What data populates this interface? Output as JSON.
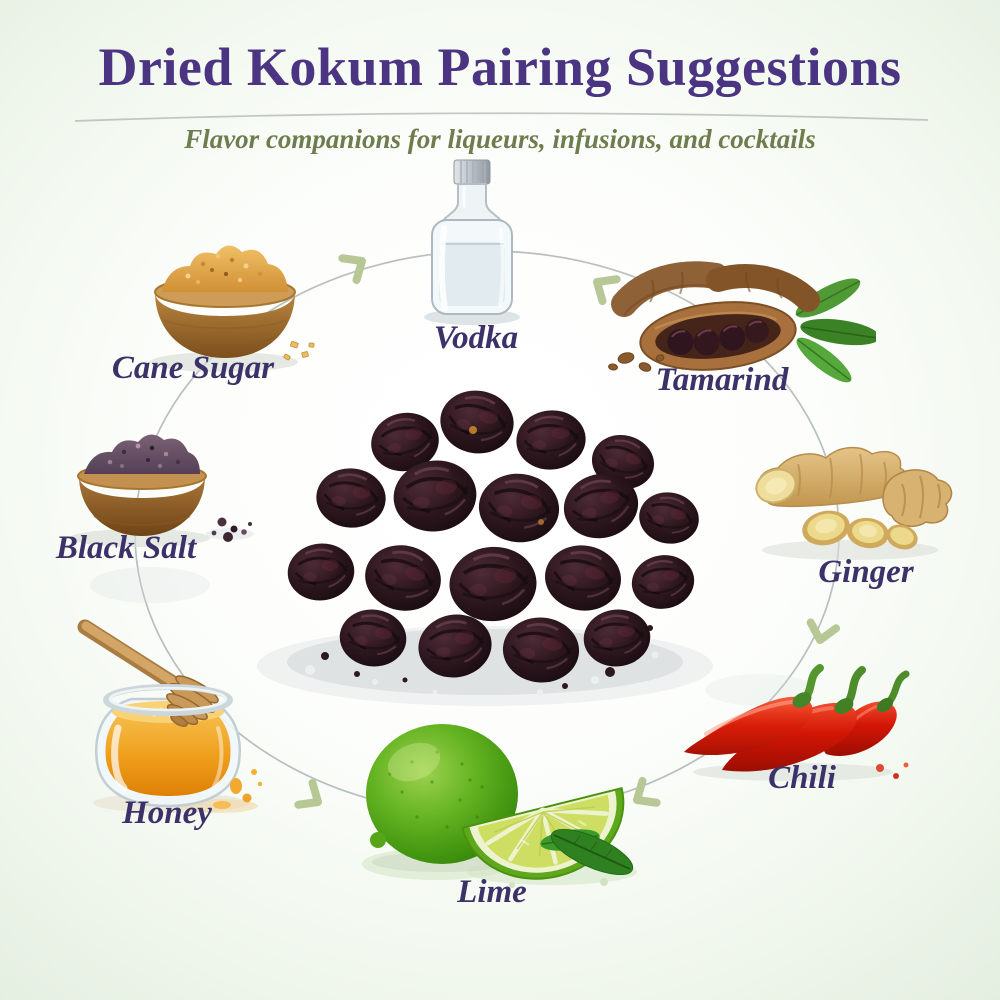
{
  "title": "Dried Kokum Pairing Suggestions",
  "subtitle": "Flavor companions for liqueurs, infusions, and cocktails",
  "center_item": {
    "illustration": "dried-kokum-pile"
  },
  "pairings": [
    {
      "id": "cane-sugar",
      "label": "Cane Sugar",
      "illustration": "wooden-bowl-of-cane-sugar-crystals",
      "position": "top-left"
    },
    {
      "id": "vodka",
      "label": "Vodka",
      "illustration": "vodka-bottle",
      "position": "top-center"
    },
    {
      "id": "tamarind",
      "label": "Tamarind",
      "illustration": "tamarind-pods-with-leaves",
      "position": "top-right"
    },
    {
      "id": "black-salt",
      "label": "Black Salt",
      "illustration": "wooden-bowl-of-black-salt",
      "position": "left"
    },
    {
      "id": "ginger",
      "label": "Ginger",
      "illustration": "ginger-root-with-slices",
      "position": "right"
    },
    {
      "id": "honey",
      "label": "Honey",
      "illustration": "honey-jar-with-dipper",
      "position": "bottom-left"
    },
    {
      "id": "chili",
      "label": "Chili",
      "illustration": "red-chili-peppers",
      "position": "bottom-right"
    },
    {
      "id": "lime",
      "label": "Lime",
      "illustration": "lime-with-wedge-and-leaves",
      "position": "bottom-center"
    }
  ],
  "colors": {
    "title": "#4b3583",
    "subtitle": "#6e7c4e",
    "label": "#3c3168",
    "background_edge": "#e4eee0",
    "circle_line": "#9aa5a5",
    "arrow": "#b7c795"
  }
}
